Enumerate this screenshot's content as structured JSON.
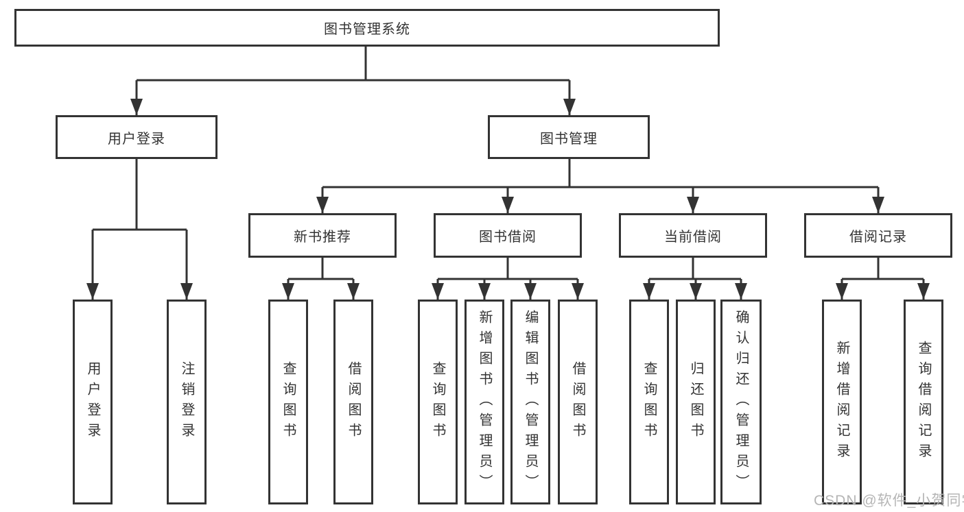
{
  "nodes": {
    "root": {
      "label": "图书管理系统"
    },
    "level2": [
      {
        "label": "用户登录"
      },
      {
        "label": "图书管理"
      }
    ],
    "level3": [
      {
        "label": "新书推荐"
      },
      {
        "label": "图书借阅"
      },
      {
        "label": "当前借阅"
      },
      {
        "label": "借阅记录"
      }
    ],
    "leaves": {
      "user_login": [
        "用户登录",
        "注销登录"
      ],
      "new_book": [
        "查询图书",
        "借阅图书"
      ],
      "book_borrow": [
        "查询图书",
        "新增图书（管理员）",
        "编辑图书（管理员）",
        "借阅图书"
      ],
      "current_borrow": [
        "查询图书",
        "归还图书",
        "确认归还（管理员）"
      ],
      "borrow_record": [
        "新增借阅记录",
        "查询借阅记录"
      ]
    }
  },
  "watermark": {
    "text": "CSDN @软件_小贺同学"
  },
  "colors": {
    "line": "#333333",
    "box_border": "#333333",
    "text": "#333333",
    "watermark": "#b5b5b5",
    "background": "#ffffff"
  }
}
